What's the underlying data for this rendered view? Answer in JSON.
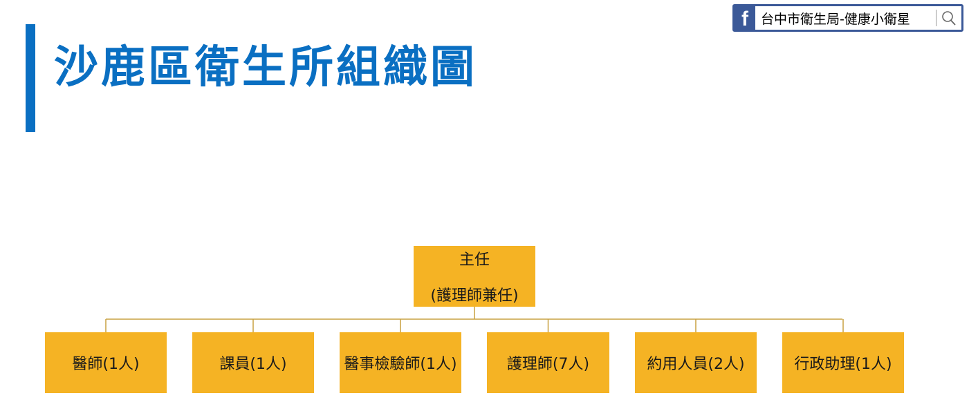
{
  "page": {
    "title": "沙鹿區衛生所組織圖"
  },
  "search": {
    "icon": "facebook-icon",
    "text": "台中市衛生局-健康小衛星",
    "search_icon": "magnifier-icon"
  },
  "colors": {
    "accent": "#0a6fc2",
    "node_fill": "#f5b324",
    "connector": "#c8a040",
    "facebook": "#3b5998"
  },
  "org": {
    "head": {
      "line1": "主任",
      "line2": "(護理師兼任)"
    },
    "members": [
      {
        "label": "醫師(1人)"
      },
      {
        "label": "課員(1人)"
      },
      {
        "label": "醫事檢驗師(1人)"
      },
      {
        "label": "護理師(7人)"
      },
      {
        "label": "約用人員(2人)"
      },
      {
        "label": "行政助理(1人)"
      }
    ]
  }
}
